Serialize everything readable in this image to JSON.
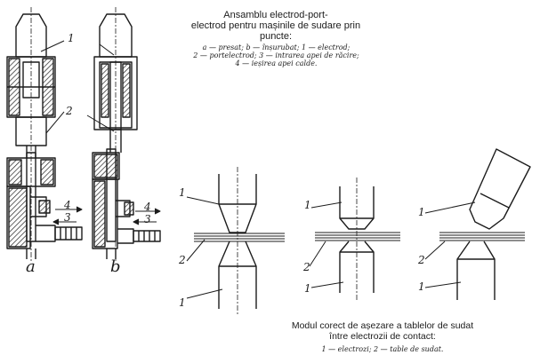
{
  "top_figure": {
    "title_lines": [
      "Ansamblu electrod-port-",
      "electrod pentru mașinile de sudare prin",
      "puncte:"
    ],
    "legend_lines": [
      "a — presat; b — înșurubat; 1 — electrod;",
      "2 — portelectrod; 3 — intrarea apei de răcire;",
      "4 — ieșirea apei calde."
    ],
    "labels": {
      "a": "a",
      "b": "b",
      "a_1": "1",
      "a_2": "2",
      "b_4": "4",
      "b_3": "3",
      "c_4": "4",
      "c_3": "3"
    }
  },
  "bottom_figure": {
    "caption_lines": [
      "Modul corect de așezare a tablelor de sudat",
      "între electrozii de contact:"
    ],
    "legend_line": "1 — electrozi; 2 — table de sudat.",
    "labels": {
      "p1_top": "1",
      "p1_mid": "2",
      "p1_bot": "1",
      "p2_top": "1",
      "p2_mid": "2",
      "p2_bot": "1",
      "p3_top": "1",
      "p3_mid": "2",
      "p3_bot": "1"
    }
  }
}
